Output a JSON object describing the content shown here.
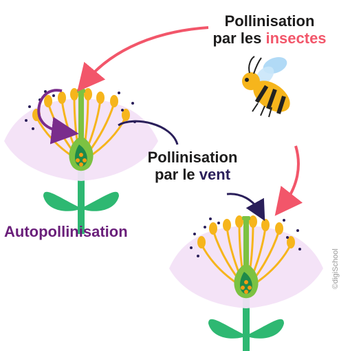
{
  "labels": {
    "insect_line1": "Pollinisation",
    "insect_line2_prefix": "par les ",
    "insect_highlight": "insectes",
    "wind_line1": "Pollinisation",
    "wind_line2_prefix": "par le ",
    "wind_highlight": "vent",
    "auto": "Autopollinisation"
  },
  "watermark": "©digiSchool",
  "colors": {
    "insect_arrow": "#f2566a",
    "wind_arrow": "#2a1f5a",
    "auto_arrow": "#7a2d8c",
    "petal": "#f3e2f7",
    "stem": "#2eb872",
    "stamen": "#f6b51c",
    "pistil": "#7cc242"
  }
}
